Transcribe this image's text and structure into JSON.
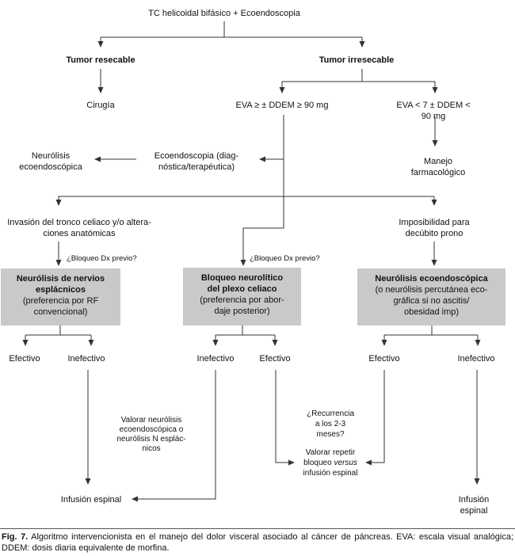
{
  "nodes": {
    "title": "TC helicoidal bifásico + Ecoendoscopia",
    "tumor_resecable": "Tumor resecable",
    "cirugia": "Cirugía",
    "tumor_irresecable": "Tumor irresecable",
    "eva_high": "EVA ≥ ± DDEM ≥ 90 mg",
    "eva_low": "EVA < 7 ± DDEM < 90 mg",
    "neurolisis_ecoendoscopica": "Neurólisis\necoendoscópica",
    "ecoendoscopia": "Ecoendoscopia (diag-\nnóstica/terapéutica)",
    "manejo_farmacologico": "Manejo farmacológico",
    "invasion_tronco": "Invasión del tronco celiaco y/o altera-\nciones anatómicas",
    "imposibilidad_decubito": "Imposibilidad para\ndecúbito prono",
    "bloqueo_dx_left": "¿Bloqueo Dx previo?",
    "bloqueo_dx_mid": "¿Bloqueo Dx previo?",
    "box_left_title": "Neurólisis de nervios\nesplácnicos",
    "box_left_sub": "(preferencia por RF\nconvencional)",
    "box_mid_title": "Bloqueo neurolítico\ndel plexo celiaco",
    "box_mid_sub": "(preferencia por abor-\ndaje posterior)",
    "box_right_title": "Neurólisis ecoendoscópica",
    "box_right_sub": "(o neurólisis percutánea eco-\ngráfica si no ascitis/\nobesidad imp)",
    "outcome_left_efectivo": "Efectivo",
    "outcome_left_inefectivo": "Inefectivo",
    "outcome_mid_inefectivo": "Inefectivo",
    "outcome_mid_efectivo": "Efectivo",
    "outcome_right_efectivo": "Efectivo",
    "outcome_right_inefectivo": "Inefectivo",
    "valorar_neurolisis": "Valorar neurólisis\necoendoscópica o\nneurólisis N esplác-\nnicos",
    "recurrencia": "¿Recurrencia\na los 2-3\nmeses?",
    "valorar_repetir_1": "Valorar repetir\nbloqueo ",
    "valorar_repetir_versus": "versus",
    "valorar_repetir_2": "\ninfusión espinal",
    "infusion_left": "Infusión espinal",
    "infusion_right": "Infusión espinal"
  },
  "caption": {
    "tag": "Fig. 7.",
    "text": " Algoritmo intervencionista en el manejo del dolor visceral asociado al cáncer de páncreas. EVA: escala visual analógica; DDEM: dosis diaria equivalente de morfina."
  },
  "colors": {
    "box_fill": "#c9c9c9",
    "line": "#333333",
    "text": "#111111"
  }
}
